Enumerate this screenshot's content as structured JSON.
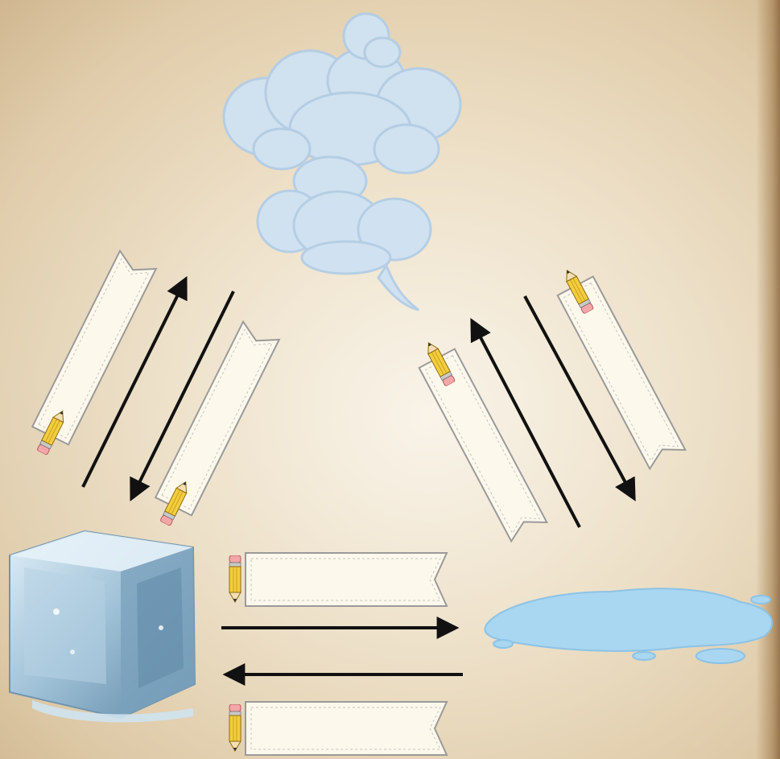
{
  "diagram": {
    "nodes": [
      {
        "id": "gas",
        "icon": "steam-cloud-icon"
      },
      {
        "id": "solid",
        "icon": "ice-cube-icon"
      },
      {
        "id": "liquid",
        "icon": "water-puddle-icon"
      }
    ],
    "label_blanks": [
      {
        "id": "blank-solid-to-gas",
        "text": ""
      },
      {
        "id": "blank-gas-to-solid",
        "text": ""
      },
      {
        "id": "blank-liquid-to-gas",
        "text": ""
      },
      {
        "id": "blank-gas-to-liquid",
        "text": ""
      },
      {
        "id": "blank-solid-to-liquid",
        "text": ""
      },
      {
        "id": "blank-liquid-to-solid",
        "text": ""
      }
    ],
    "colors": {
      "paper": "#e6d5b8",
      "cloud": "#cfe2f3",
      "water": "#a9d6f0",
      "ice": "#9fbfd6",
      "label_fill": "#fdf8ec",
      "arrow": "#111111",
      "pencil": "#e9c23a"
    }
  }
}
